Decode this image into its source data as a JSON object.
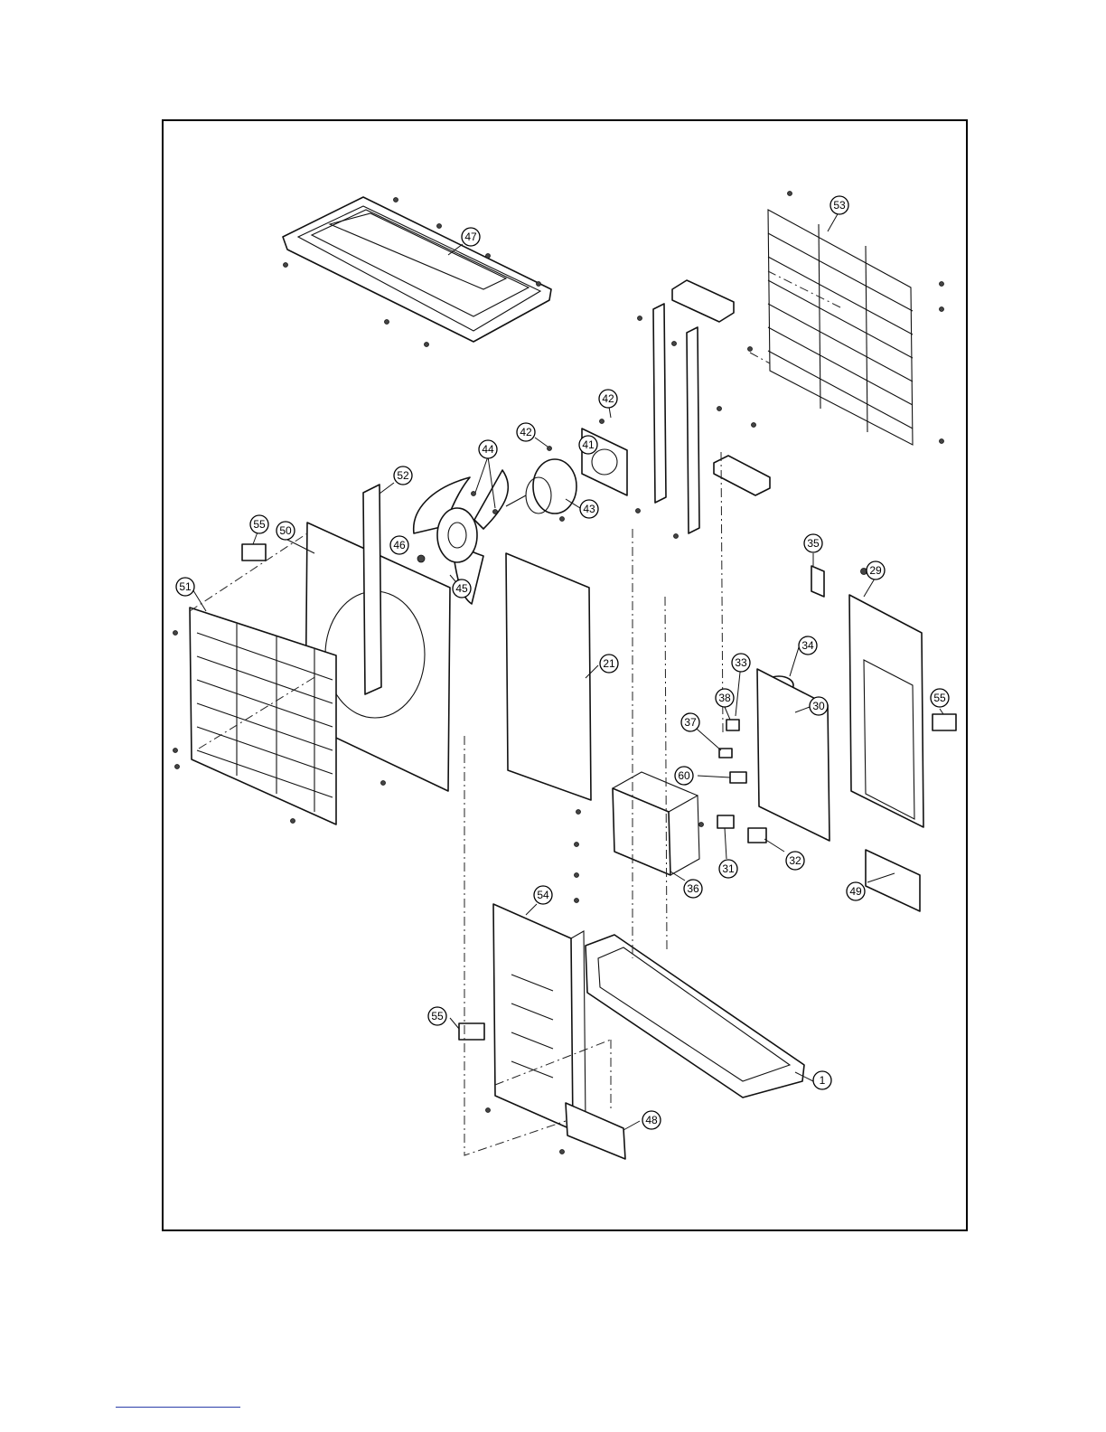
{
  "diagram": {
    "callouts": [
      {
        "id": "47"
      },
      {
        "id": "53"
      },
      {
        "id": "42"
      },
      {
        "id": "42"
      },
      {
        "id": "41"
      },
      {
        "id": "44"
      },
      {
        "id": "43"
      },
      {
        "id": "52"
      },
      {
        "id": "55"
      },
      {
        "id": "50"
      },
      {
        "id": "46"
      },
      {
        "id": "45"
      },
      {
        "id": "51"
      },
      {
        "id": "21"
      },
      {
        "id": "35"
      },
      {
        "id": "29"
      },
      {
        "id": "34"
      },
      {
        "id": "33"
      },
      {
        "id": "38"
      },
      {
        "id": "37"
      },
      {
        "id": "30"
      },
      {
        "id": "55"
      },
      {
        "id": "60"
      },
      {
        "id": "31"
      },
      {
        "id": "32"
      },
      {
        "id": "36"
      },
      {
        "id": "49"
      },
      {
        "id": "54"
      },
      {
        "id": "55"
      },
      {
        "id": "1"
      },
      {
        "id": "48"
      }
    ]
  },
  "colors": {
    "line": "#111111",
    "footer_rule": "#2a3ea8"
  }
}
